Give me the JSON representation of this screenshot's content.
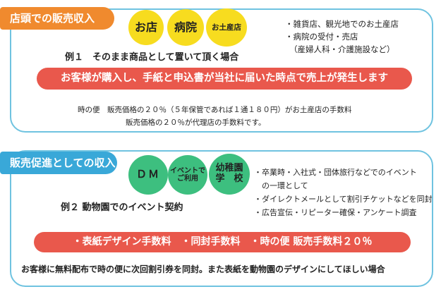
{
  "section1": {
    "tag": "店頭での販売収入",
    "circles": [
      "お店",
      "病院",
      "お土産店"
    ],
    "bullets": [
      "・雑貨店、観光地でのお土産店",
      "・病院の受付・売店",
      "（産婦人科・介護施設など）"
    ],
    "example": "例１　そのまま商品として置いて頂く場合",
    "highlight": "お客様が購入し、手紙と申込書が当社に届いた時点で売上が発生します",
    "note_line1": "時の便　販売価格の２０％（５年保管であれば１通１８０円）がお土産店の手数料",
    "note_line2": "販売価格の２０％が代理店の手数料です。"
  },
  "section2": {
    "tag": "販売促進としての収入",
    "circles": [
      "ＤＭ",
      "イベントで\nご利用",
      "幼稚園\n学　校"
    ],
    "bullets": [
      "・卒業時・入社式・団体旅行などでのイベント",
      "　の一環として",
      "・ダイレクトメールとして割引チケットなどを同封",
      "・広告宣伝・リピーター確保・アンケート調査"
    ],
    "example": "例２ 動物園でのイベント契約",
    "highlight": "・表紙デザイン手数料　・同封手数料　・時の便 販売手数料２０％",
    "footer": "お客様に無料配布で時の便に次回割引券を同封。また表紙を動物園のデザインにしてほしい場合"
  },
  "colors": {
    "orange_tag": "#f08a2e",
    "blue_tag": "#39a8d8",
    "panel_border": "#6fc3e0",
    "yellow_circle": "#f7dc1f",
    "green_circle": "#3dbf7f",
    "red_bar": "#e9584c"
  }
}
